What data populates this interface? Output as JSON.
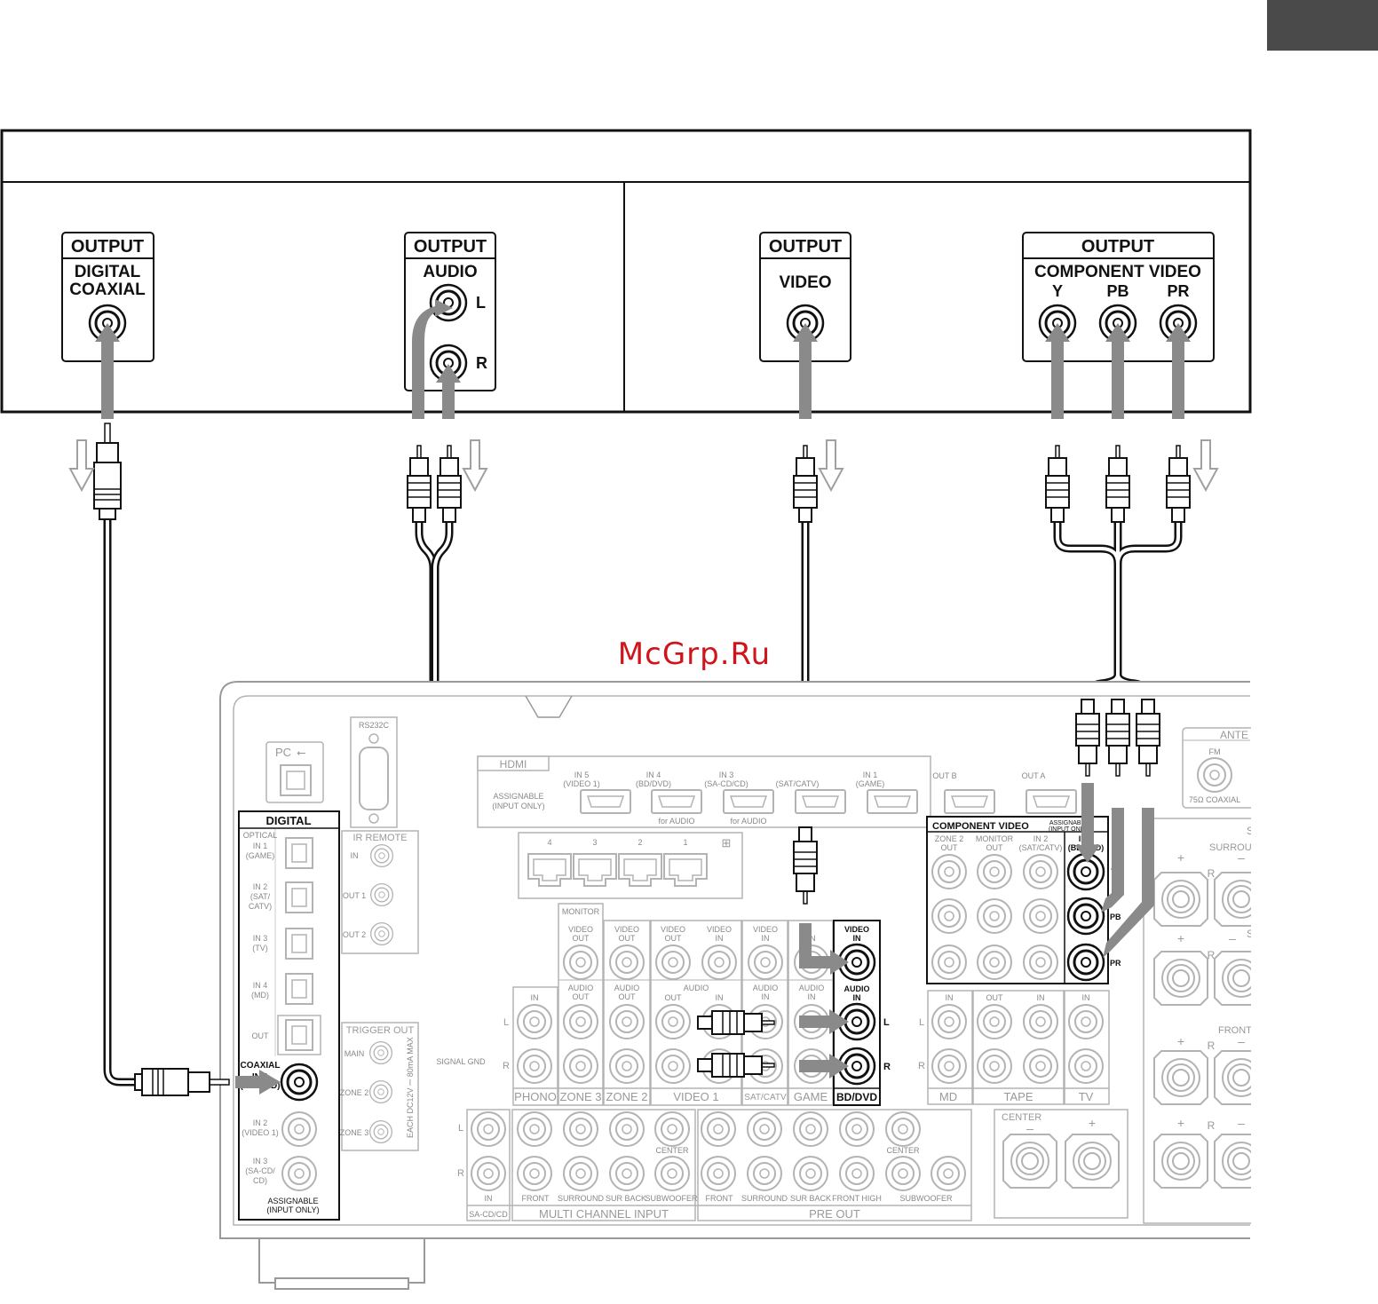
{
  "source_device": {
    "title": "",
    "outputs": {
      "digital_coaxial": {
        "header": "OUTPUT",
        "line1": "DIGITAL",
        "line2": "COAXIAL"
      },
      "audio": {
        "header": "OUTPUT",
        "label": "AUDIO",
        "left": "L",
        "right": "R"
      },
      "video": {
        "header": "OUTPUT",
        "label": "VIDEO"
      },
      "component": {
        "header": "OUTPUT",
        "label": "COMPONENT VIDEO",
        "y": "Y",
        "pb": "PB",
        "pr": "PR"
      }
    }
  },
  "watermark": "McGrp.Ru",
  "receiver": {
    "pc": "PC",
    "rs232c": "RS232C",
    "hdmi": {
      "title": "HDMI",
      "assignable": "ASSIGNABLE",
      "input_only": "(INPUT ONLY)",
      "in5": "IN 5",
      "in5_sub": "(VIDEO 1)",
      "in4": "IN 4",
      "in4_sub": "(BD/DVD)",
      "in3": "IN 3",
      "in3_sub": "(SA-CD/CD)",
      "in2_sub": "(SAT/CATV)",
      "in1": "IN 1",
      "in1_sub": "(GAME)",
      "out_b": "OUT B",
      "out_a": "OUT A",
      "for_audio": "for AUDIO"
    },
    "lan_ports": [
      "4",
      "3",
      "2",
      "1"
    ],
    "digital": {
      "title": "DIGITAL",
      "optical": "OPTICAL",
      "in1": "IN 1",
      "in1_sub": "(GAME)",
      "in2": "IN 2",
      "in2_sub1": "(SAT/",
      "in2_sub2": "CATV)",
      "in3": "IN 3",
      "in3_sub": "(TV)",
      "in4": "IN 4",
      "in4_sub": "(MD)",
      "out": "OUT",
      "coaxial": "COAXIAL",
      "coax_in1": "IN 1",
      "coax_in1_sub": "(BD/DVD)",
      "coax_in2": "IN 2",
      "coax_in2_sub": "(VIDEO 1)",
      "coax_in3": "IN 3",
      "coax_in3_sub1": "(SA-CD/",
      "coax_in3_sub2": "CD)",
      "assignable": "ASSIGNABLE",
      "input_only": "(INPUT ONLY)"
    },
    "ir_remote": {
      "title": "IR REMOTE",
      "in": "IN",
      "out1": "OUT 1",
      "out2": "OUT 2"
    },
    "trigger_out": {
      "title": "TRIGGER OUT",
      "main": "MAIN",
      "zone2": "ZONE 2",
      "zone3": "ZONE 3",
      "spec": "EACH DC12V ⎓ 80mA MAX"
    },
    "component_video": {
      "title": "COMPONENT VIDEO",
      "assignable": "ASSIGNABLE",
      "input_only": "(INPUT ONLY)",
      "zone2": "ZONE 2",
      "zone2_sub": "OUT",
      "monitor": "MONITOR",
      "monitor_sub": "OUT",
      "in2": "IN 2",
      "in2_sub": "(SAT/CATV)",
      "in1": "IN 1",
      "in1_sub": "(BD/DVD)",
      "y": "Y",
      "pb": "PB",
      "pr": "PR"
    },
    "av": {
      "monitor": "MONITOR",
      "video_out": "VIDEO",
      "out": "OUT",
      "video_in": "VIDEO",
      "in": "IN",
      "audio": "AUDIO",
      "l": "L",
      "r": "R",
      "signal_gnd": "SIGNAL GND",
      "bd_video_in1": "VIDEO",
      "bd_video_in2": "IN",
      "bd_audio_in1": "AUDIO",
      "bd_audio_in2": "IN",
      "phono": "PHONO",
      "zone3": "ZONE 3",
      "zone2": "ZONE 2",
      "video1": "VIDEO 1",
      "sat_catv": "SAT/CATV",
      "game": "GAME",
      "bd_dvd": "BD/DVD",
      "md": "MD",
      "tape": "TAPE",
      "tv": "TV"
    },
    "bottom": {
      "sacd": "SA-CD/CD",
      "multi": "MULTI CHANNEL INPUT",
      "pre_out": "PRE OUT",
      "front": "FRONT",
      "surround": "SURROUND",
      "sur_back": "SUR BACK",
      "subwoofer": "SUBWOOFER",
      "center": "CENTER",
      "front_high": "FRONT HIGH"
    },
    "antenna": {
      "title": "ANTE",
      "fm": "FM",
      "coax": "75Ω COAXIAL"
    },
    "speakers": {
      "surround": "SURROU",
      "front": "FRONT",
      "center": "CENTER",
      "s": "S",
      "plus": "+",
      "minus": "–",
      "r": "R"
    }
  }
}
